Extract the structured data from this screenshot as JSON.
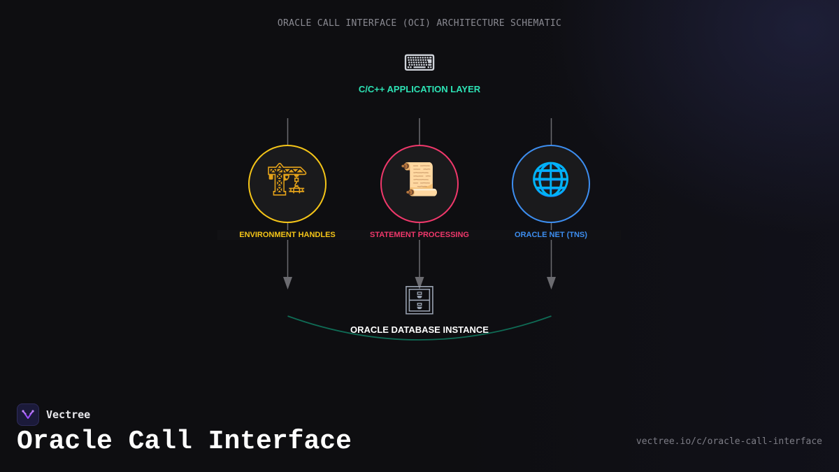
{
  "diagram": {
    "subtitle": "ORACLE CALL INTERFACE (OCI) ARCHITECTURE SCHEMATIC",
    "app_layer": {
      "icon": "keyboard-icon",
      "glyph": "⌨",
      "label": "C/C++ APPLICATION LAYER",
      "color": "#2de3b5"
    },
    "nodes": [
      {
        "icon": "construction-crane-icon",
        "glyph": "🏗",
        "label": "ENVIRONMENT HANDLES",
        "color": "#f5c518"
      },
      {
        "icon": "scroll-icon",
        "glyph": "📜",
        "label": "STATEMENT PROCESSING",
        "color": "#f0386b"
      },
      {
        "icon": "globe-icon",
        "glyph": "🌐",
        "label": "ORACLE NET (TNS)",
        "color": "#3d8ef0"
      }
    ],
    "database": {
      "icon": "file-cabinet-icon",
      "glyph": "🗄",
      "label": "ORACLE DATABASE INSTANCE",
      "arc_color": "#0f6b55"
    }
  },
  "footer": {
    "brand_name": "Vectree",
    "title": "Oracle Call Interface",
    "url": "vectree.io/c/oracle-call-interface"
  },
  "colors": {
    "background": "#0e0e11",
    "connector": "#6b6b70",
    "brand_accent": "#9b4dff"
  }
}
